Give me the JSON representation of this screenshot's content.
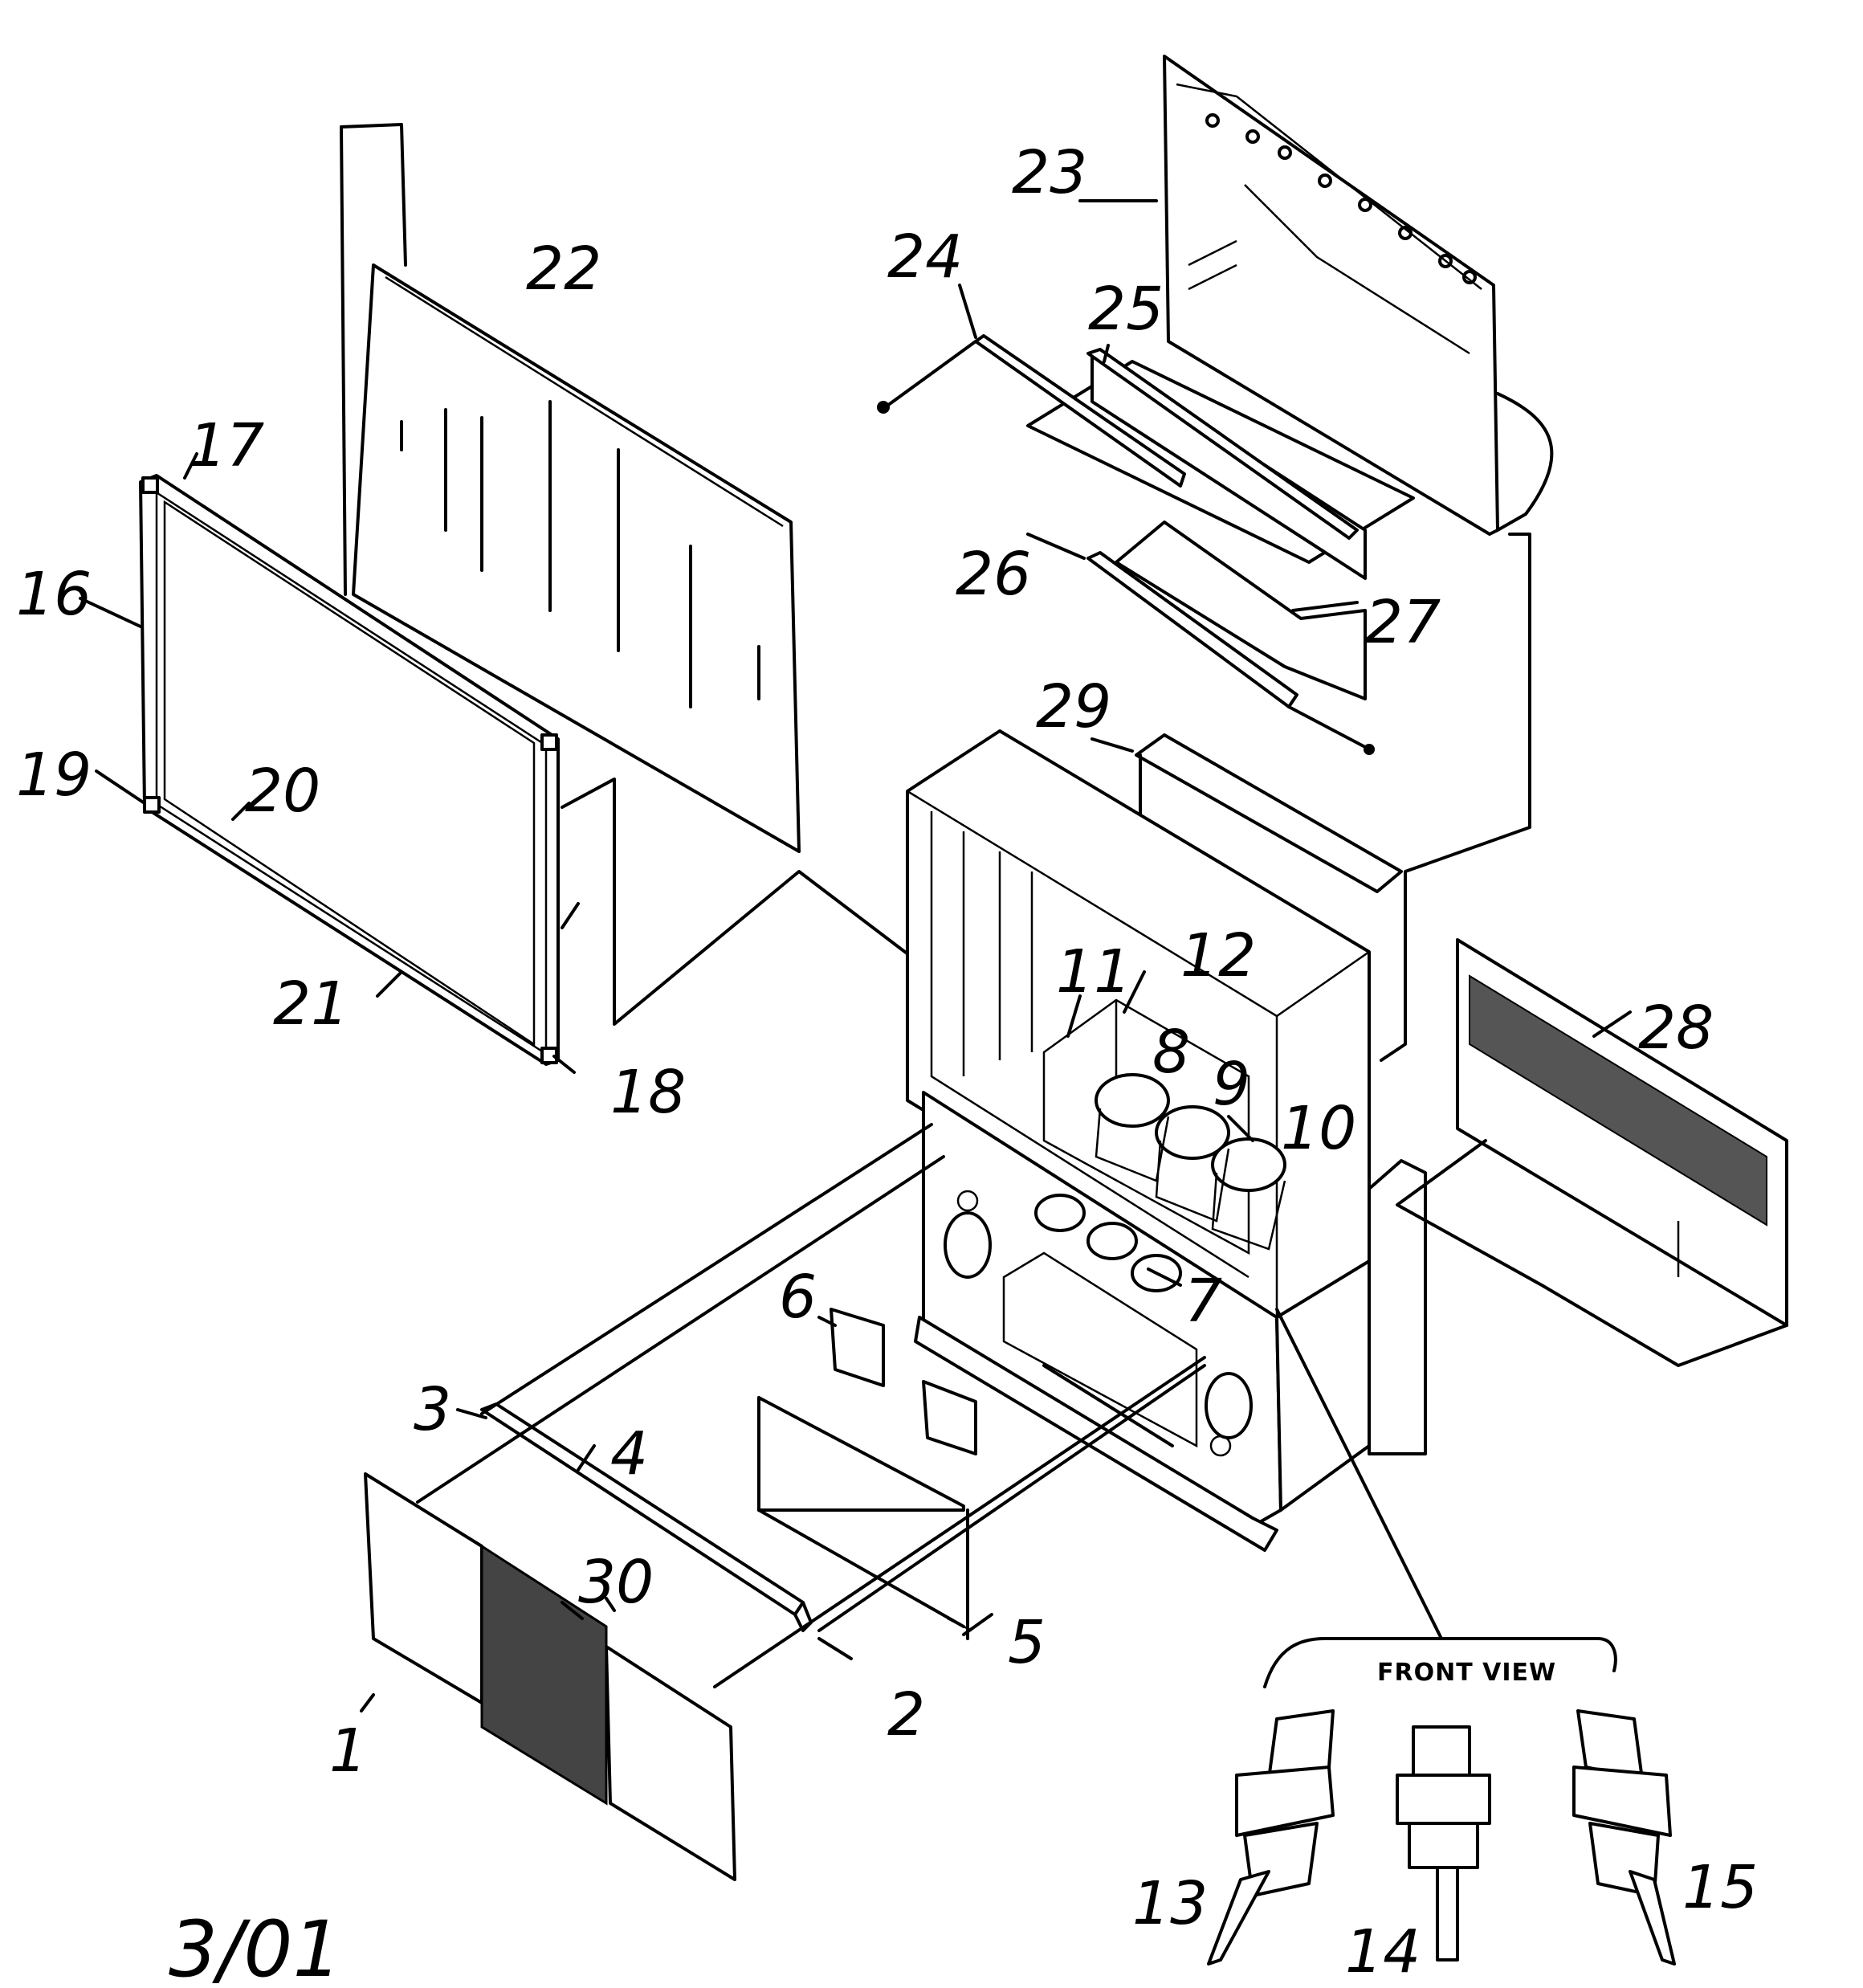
{
  "diagram": {
    "callouts": [
      "1",
      "2",
      "3",
      "4",
      "5",
      "6",
      "7",
      "8",
      "9",
      "10",
      "11",
      "12",
      "13",
      "14",
      "15",
      "16",
      "17",
      "18",
      "19",
      "20",
      "21",
      "22",
      "23",
      "24",
      "25",
      "26",
      "27",
      "28",
      "29",
      "30"
    ],
    "front_view_label": "FRONT VIEW",
    "date_code": "3/01"
  }
}
